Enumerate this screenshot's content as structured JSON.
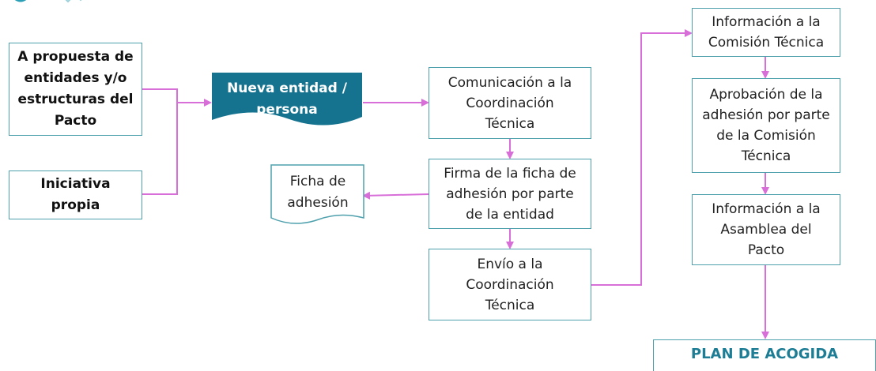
{
  "colors": {
    "connector": "#d86fd8",
    "box_border": "#4ea0ad",
    "highlight_fill": "#15738f",
    "plan_text": "#1d7d95"
  },
  "nodes": {
    "propuesta": [
      "A propuesta de",
      "entidades y/o",
      "estructuras del",
      "Pacto"
    ],
    "iniciativa": [
      "Iniciativa",
      "propia"
    ],
    "nueva": [
      "Nueva entidad /",
      "persona"
    ],
    "comunicacion": [
      "Comunicación a la",
      "Coordinación",
      "Técnica"
    ],
    "firma": [
      "Firma de la ficha de",
      "adhesión por parte",
      "de la entidad"
    ],
    "ficha": [
      "Ficha de",
      "adhesión"
    ],
    "envio": [
      "Envío a la",
      "Coordinación",
      "Técnica"
    ],
    "info_comision": [
      "Información a la",
      "Comisión Técnica"
    ],
    "aprobacion": [
      "Aprobación de la",
      "adhesión por parte",
      "de la Comisión",
      "Técnica"
    ],
    "info_asamblea": [
      "Información a la",
      "Asamblea del",
      "Pacto"
    ],
    "plan": "PLAN DE ACOGIDA"
  }
}
